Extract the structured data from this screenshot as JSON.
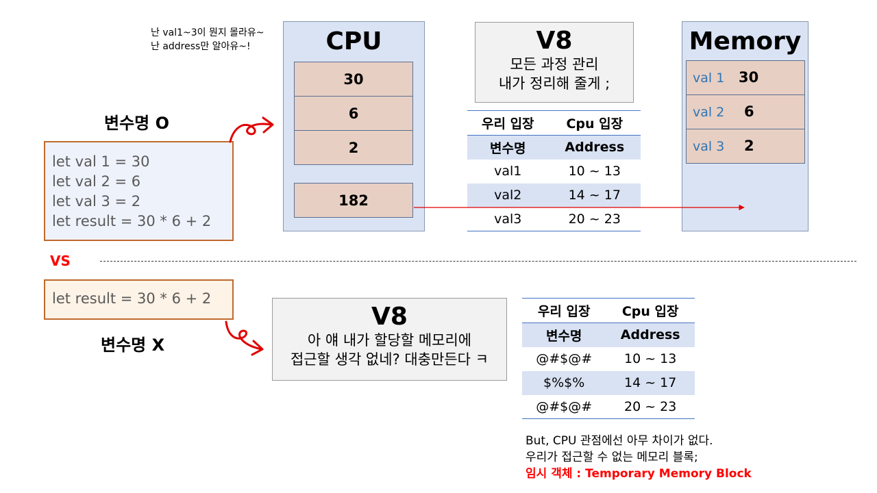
{
  "note_top": {
    "line1": "난 val1~3이 뭔지 몰라유~",
    "line2": "난 address만 알아유~!"
  },
  "top": {
    "label": "변수명 O",
    "code": [
      "let val 1 = 30",
      "let val 2 = 6",
      "let val 3 = 2",
      "let result = 30 * 6 + 2"
    ],
    "cpu": {
      "title": "CPU",
      "cells": [
        "30",
        "6",
        "2"
      ],
      "result": "182"
    },
    "v8": {
      "title": "V8",
      "line1": "모든 과정 관리",
      "line2": "내가 정리해 줄게 ;"
    },
    "table": {
      "headers": [
        "우리 입장",
        "Cpu 입장"
      ],
      "subheaders": [
        "변수명",
        "Address"
      ],
      "rows": [
        [
          "val1",
          "10 ~ 13"
        ],
        [
          "val2",
          "14 ~ 17"
        ],
        [
          "val3",
          "20 ~ 23"
        ]
      ]
    },
    "memory": {
      "title": "Memory",
      "cells": [
        {
          "label": "val 1",
          "value": "30"
        },
        {
          "label": "val 2",
          "value": "6"
        },
        {
          "label": "val 3",
          "value": "2"
        }
      ]
    }
  },
  "vs": "VS",
  "bottom": {
    "label": "변수명 X",
    "code": "let result = 30 * 6 + 2",
    "v8": {
      "title": "V8",
      "line1": "아 얘 내가 할당할 메모리에",
      "line2": "접근할 생각 없네? 대충만든다 ㅋ"
    },
    "table": {
      "headers": [
        "우리 입장",
        "Cpu 입장"
      ],
      "subheaders": [
        "변수명",
        "Address"
      ],
      "rows": [
        [
          "@#$@#",
          "10 ~ 13"
        ],
        [
          "$%$%",
          "14 ~ 17"
        ],
        [
          "@#$@#",
          "20 ~ 23"
        ]
      ]
    }
  },
  "footer": {
    "line1": "But, CPU 관점에선 아무 차이가 없다.",
    "line2": "우리가 접근할 수 없는 메모리 블록;",
    "line3": "임시 객체 : Temporary Memory Block"
  },
  "colors": {
    "accent_red": "#ff0000",
    "panel_blue": "#dae3f3",
    "cell_rose": "#e8cfc3",
    "border_orange": "#c0692c"
  }
}
